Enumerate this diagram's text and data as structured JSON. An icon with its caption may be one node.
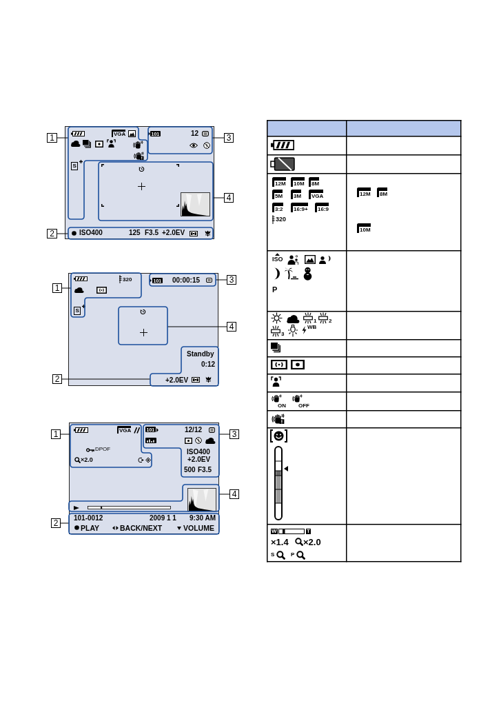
{
  "diagram": {
    "nodes": [
      {
        "text": [
          "1"
        ]
      },
      {
        "text": [
          "VGA",
          "S"
        ]
      },
      {
        "text": [
          "3"
        ]
      },
      {
        "text": [
          "101",
          "12"
        ]
      },
      {
        "text": [
          "4"
        ]
      },
      {
        "text": [],
        "shape": "box"
      },
      {
        "text": [
          "2"
        ]
      },
      {
        "text": [
          "ISO400",
          "125",
          "F3.5",
          "+2.0EV"
        ]
      },
      {
        "text": [
          "1"
        ]
      },
      {
        "text": [
          "320",
          "S"
        ]
      },
      {
        "text": [
          "3"
        ]
      },
      {
        "text": [
          "101",
          "00:00:15"
        ]
      },
      {
        "text": [
          "4"
        ]
      },
      {
        "text": [],
        "shape": "box"
      },
      {
        "text": [
          "2"
        ]
      },
      {
        "text": [
          "Standby",
          "0:12",
          "+2.0EV"
        ]
      },
      {
        "text": [
          "1"
        ]
      },
      {
        "text": [
          "VGA",
          "DPOF",
          "×2.0"
        ]
      },
      {
        "text": [
          "3"
        ]
      },
      {
        "text": [
          "101",
          "12/12",
          "ISO400",
          "+2.0EV",
          "500",
          "F3.5"
        ]
      },
      {
        "text": [
          "4"
        ]
      },
      {
        "text": [],
        "shape": "box"
      },
      {
        "text": [
          "2"
        ]
      },
      {
        "text": [
          "101-0012",
          "2009 1 1",
          "9:30 AM",
          "PLAY",
          "BACK/NEXT",
          "VOLUME"
        ]
      }
    ],
    "edges": [
      {
        "from": 0,
        "to": 1,
        "arrow": "none"
      },
      {
        "from": 2,
        "to": 3,
        "arrow": "none"
      },
      {
        "from": 4,
        "to": 5,
        "arrow": "none"
      },
      {
        "from": 6,
        "to": 7,
        "arrow": "none"
      },
      {
        "from": 8,
        "to": 9,
        "arrow": "none"
      },
      {
        "from": 10,
        "to": 11,
        "arrow": "none"
      },
      {
        "from": 12,
        "to": 13,
        "arrow": "none"
      },
      {
        "from": 14,
        "to": 15,
        "arrow": "none"
      },
      {
        "from": 16,
        "to": 17,
        "arrow": "none"
      },
      {
        "from": 18,
        "to": 19,
        "arrow": "none"
      },
      {
        "from": 20,
        "to": 21,
        "arrow": "none"
      },
      {
        "from": 22,
        "to": 23,
        "arrow": "none"
      }
    ],
    "labels": [
      "12M",
      "10M",
      "8M",
      "5M",
      "3M",
      "VGA",
      "3:2",
      "16:9+",
      "16:9",
      "320",
      "12M",
      "8M",
      "10M",
      "ISO",
      "P",
      "1",
      "2",
      "3",
      "WB",
      "ON",
      "OFF",
      "W",
      "T",
      "×1.4",
      "×2.0",
      "S",
      "P"
    ]
  }
}
